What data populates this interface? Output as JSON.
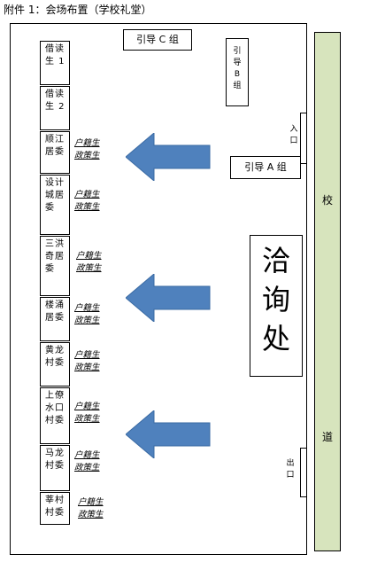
{
  "title": "附件 1：会场布置（学校礼堂）",
  "road": [
    "校",
    "道"
  ],
  "guide_c": "引导 C 组",
  "guide_b": [
    "引",
    "导",
    "B",
    "组"
  ],
  "guide_a": "引导 A 组",
  "entrance": [
    "入",
    "口"
  ],
  "exit": [
    "出",
    "口"
  ],
  "consult": [
    "洽",
    "询",
    "处"
  ],
  "seats": [
    [
      "借读",
      "生 1"
    ],
    [
      "借读",
      "生 2"
    ],
    [
      "顺江",
      "居委"
    ],
    [
      "设计",
      "城居",
      "委"
    ],
    [
      "三洪",
      "奇居",
      "委"
    ],
    [
      "楼涌",
      "居委"
    ],
    [
      "黄龙",
      "村委"
    ],
    [
      "上僚",
      "水口",
      "村委"
    ],
    [
      "马龙",
      "村委"
    ],
    [
      "莘村",
      "村委"
    ]
  ],
  "notes": [
    [
      "户籍生",
      "政策生"
    ],
    [
      "户籍生",
      "政策生"
    ],
    [
      "户籍生",
      "政策生"
    ],
    [
      "户籍生",
      "政策生"
    ],
    [
      "户籍生",
      "政策生"
    ],
    [
      "户籍生",
      "政策生"
    ],
    [
      "户籍生",
      "政策生"
    ],
    [
      "户籍生",
      "政策生"
    ]
  ],
  "colors": {
    "arrow": "#4f81bd",
    "road": "#d7e4bd"
  },
  "arrows": [
    "arrow-left",
    "arrow-left",
    "arrow-left"
  ]
}
